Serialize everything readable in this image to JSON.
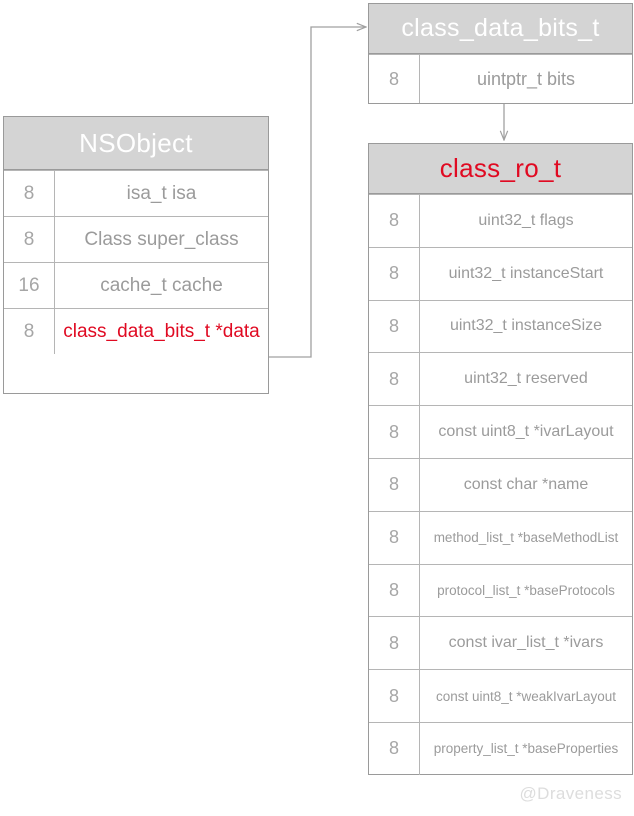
{
  "diagram": {
    "title_watermark": "@Draveness",
    "colors": {
      "header_fill": "#d4d4d4",
      "header_text": "#ffffff",
      "accent_red": "#e00a22",
      "body_text": "#9b9b9b",
      "border": "#9a9a9a",
      "connector": "#a0a0a0"
    }
  },
  "tables": {
    "nsobject": {
      "title": "NSObject",
      "columns": [
        "size",
        "field"
      ],
      "rows": [
        {
          "size": "8",
          "field": "isa_t isa",
          "highlight": false
        },
        {
          "size": "8",
          "field": "Class super_class",
          "highlight": false
        },
        {
          "size": "16",
          "field": "cache_t cache",
          "highlight": false
        },
        {
          "size": "8",
          "field": "class_data_bits_t *data",
          "highlight": true
        }
      ]
    },
    "class_data_bits_t": {
      "title": "class_data_bits_t",
      "columns": [
        "size",
        "field"
      ],
      "rows": [
        {
          "size": "8",
          "field": "uintptr_t bits",
          "highlight": false
        }
      ]
    },
    "class_ro_t": {
      "title": "class_ro_t",
      "title_highlight": true,
      "columns": [
        "size",
        "field"
      ],
      "rows": [
        {
          "size": "8",
          "field": "uint32_t flags",
          "small": false
        },
        {
          "size": "8",
          "field": "uint32_t instanceStart",
          "small": false
        },
        {
          "size": "8",
          "field": "uint32_t instanceSize",
          "small": false
        },
        {
          "size": "8",
          "field": "uint32_t reserved",
          "small": false
        },
        {
          "size": "8",
          "field": "const uint8_t *ivarLayout",
          "small": false
        },
        {
          "size": "8",
          "field": "const char *name",
          "small": false
        },
        {
          "size": "8",
          "field": "method_list_t *baseMethodList",
          "small": true
        },
        {
          "size": "8",
          "field": "protocol_list_t *baseProtocols",
          "small": true
        },
        {
          "size": "8",
          "field": "const ivar_list_t *ivars",
          "small": false
        },
        {
          "size": "8",
          "field": "const uint8_t *weakIvarLayout",
          "small": true
        },
        {
          "size": "8",
          "field": "property_list_t *baseProperties",
          "small": true
        }
      ]
    }
  },
  "connectors": [
    {
      "name": "data-to-class-data-bits",
      "from": "nsobject.rows.3",
      "to": "class_data_bits_t"
    },
    {
      "name": "bits-to-class-ro",
      "from": "class_data_bits_t.rows.0",
      "to": "class_ro_t"
    }
  ]
}
